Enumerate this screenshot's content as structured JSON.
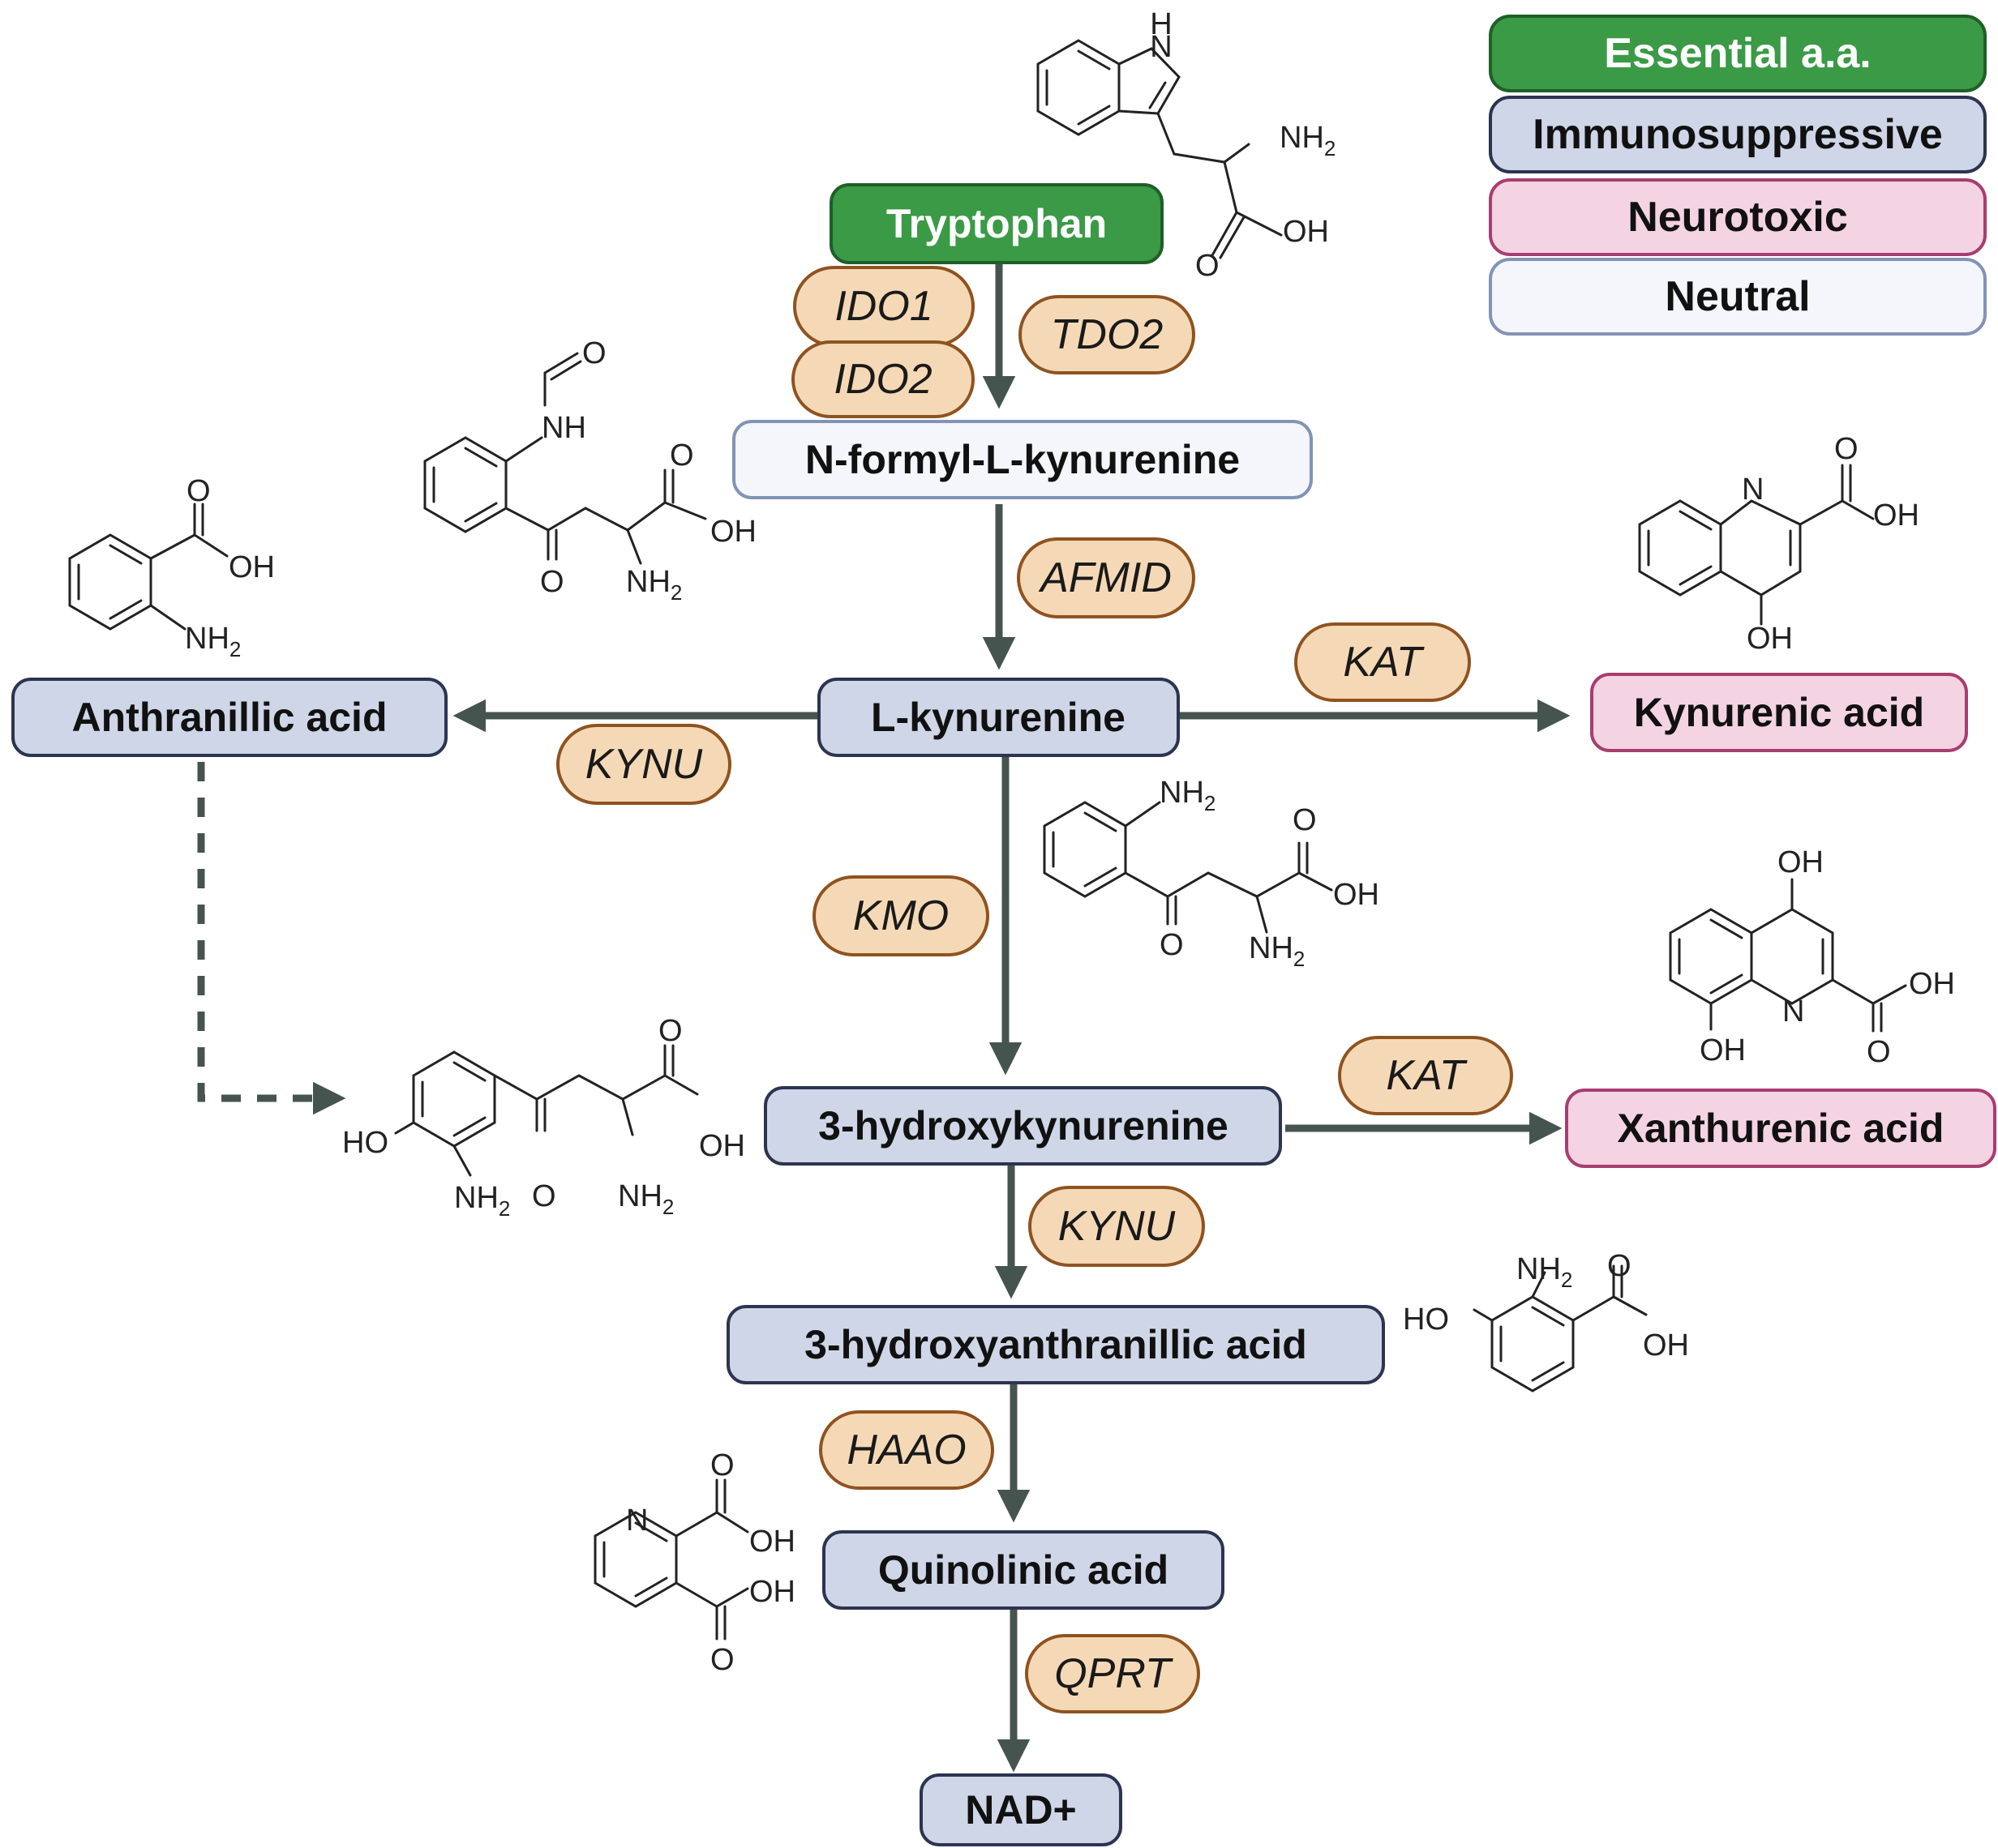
{
  "legend": [
    {
      "label": "Essential a.a.",
      "fill": "#3a9a46",
      "stroke": "#1f5f28",
      "light": true
    },
    {
      "label": "Immunosuppressive",
      "fill": "#cfd6e8",
      "stroke": "#2c3450",
      "light": false
    },
    {
      "label": "Neurotoxic",
      "fill": "#f4d3e2",
      "stroke": "#a83d70",
      "light": false
    },
    {
      "label": "Neutral",
      "fill": "#f4f6fb",
      "stroke": "#8294b5",
      "light": false
    }
  ],
  "nodes": {
    "tryptophan": {
      "label": "Tryptophan",
      "category": "Essential a.a."
    },
    "n_formyl": {
      "label": "N-formyl-L-kynurenine",
      "category": "Neutral"
    },
    "l_kynurenine": {
      "label": "L-kynurenine",
      "category": "Immunosuppressive"
    },
    "anthranillic": {
      "label": "Anthranillic acid",
      "category": "Immunosuppressive"
    },
    "kynurenic": {
      "label": "Kynurenic acid",
      "category": "Neurotoxic"
    },
    "hydroxykynurenine": {
      "label": "3-hydroxykynurenine",
      "category": "Immunosuppressive"
    },
    "xanthurenic": {
      "label": "Xanthurenic acid",
      "category": "Neurotoxic"
    },
    "hydroxyanthranillic": {
      "label": "3-hydroxyanthranillic acid",
      "category": "Immunosuppressive"
    },
    "quinolinic": {
      "label": "Quinolinic acid",
      "category": "Immunosuppressive"
    },
    "nad": {
      "label": "NAD+",
      "category": "Immunosuppressive"
    }
  },
  "enzymes": {
    "ido1": "IDO1",
    "ido2": "IDO2",
    "tdo2": "TDO2",
    "afmid": "AFMID",
    "kat_1": "KAT",
    "kynu_1": "KYNU",
    "kmo": "KMO",
    "kat_2": "KAT",
    "kynu_2": "KYNU",
    "haao": "HAAO",
    "qprt": "QPRT"
  },
  "edges": [
    {
      "from": "Tryptophan",
      "to": "N-formyl-L-kynurenine",
      "enzymes": [
        "IDO1",
        "IDO2",
        "TDO2"
      ],
      "style": "solid"
    },
    {
      "from": "N-formyl-L-kynurenine",
      "to": "L-kynurenine",
      "enzymes": [
        "AFMID"
      ],
      "style": "solid"
    },
    {
      "from": "L-kynurenine",
      "to": "Anthranillic acid",
      "enzymes": [
        "KYNU"
      ],
      "style": "solid"
    },
    {
      "from": "L-kynurenine",
      "to": "Kynurenic acid",
      "enzymes": [
        "KAT"
      ],
      "style": "solid"
    },
    {
      "from": "L-kynurenine",
      "to": "3-hydroxykynurenine",
      "enzymes": [
        "KMO"
      ],
      "style": "solid"
    },
    {
      "from": "Anthranillic acid",
      "to": "3-hydroxykynurenine",
      "enzymes": [],
      "style": "dashed"
    },
    {
      "from": "3-hydroxykynurenine",
      "to": "Xanthurenic acid",
      "enzymes": [
        "KAT"
      ],
      "style": "solid"
    },
    {
      "from": "3-hydroxykynurenine",
      "to": "3-hydroxyanthranillic acid",
      "enzymes": [
        "KYNU"
      ],
      "style": "solid"
    },
    {
      "from": "3-hydroxyanthranillic acid",
      "to": "Quinolinic acid",
      "enzymes": [
        "HAAO"
      ],
      "style": "solid"
    },
    {
      "from": "Quinolinic acid",
      "to": "NAD+",
      "enzymes": [
        "QPRT"
      ],
      "style": "solid"
    }
  ],
  "structure_atoms": {
    "h": "H",
    "n": "N",
    "nh": "NH",
    "nh2": "NH",
    "sub2": "2",
    "o": "O",
    "oh": "OH",
    "ho": "HO"
  },
  "colors": {
    "arrow": "#46544f",
    "enzyme_fill": "#f5d9b6",
    "enzyme_stroke": "#8f5320"
  }
}
